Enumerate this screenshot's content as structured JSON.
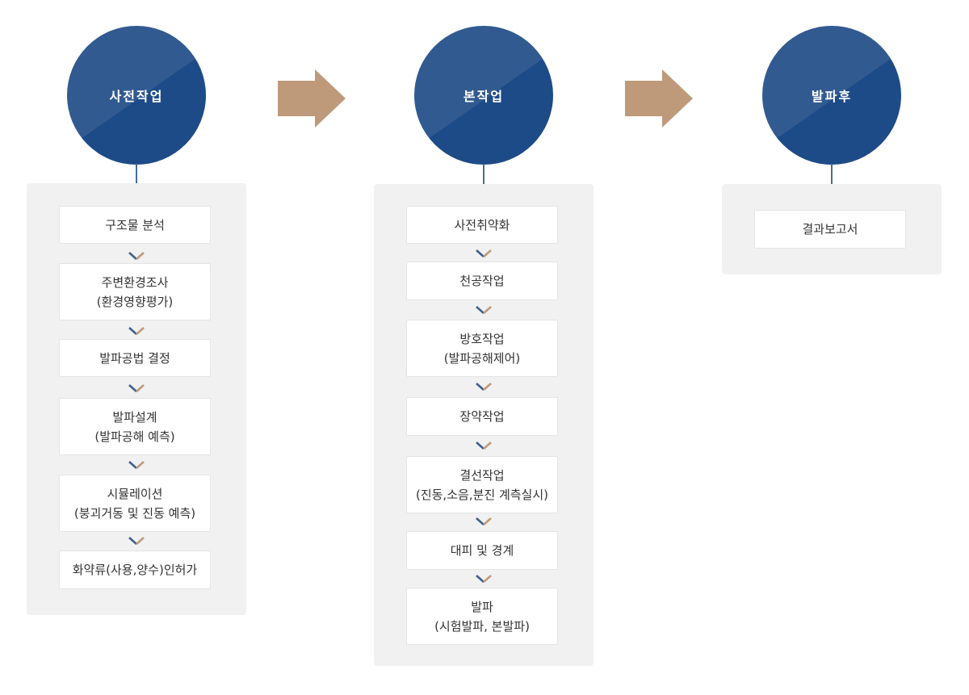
{
  "stages": [
    {
      "title": "사전작업",
      "steps": [
        {
          "line1": "구조물 분석",
          "line2": ""
        },
        {
          "line1": "주변환경조사",
          "line2": "(환경영향평가)"
        },
        {
          "line1": "발파공법 결정",
          "line2": ""
        },
        {
          "line1": "발파설계",
          "line2": "(발파공해 예측)"
        },
        {
          "line1": "시뮬레이션",
          "line2": "(붕괴거동 및 진동 예측)"
        },
        {
          "line1": "화약류(사용,양수)인허가",
          "line2": ""
        }
      ]
    },
    {
      "title": "본작업",
      "steps": [
        {
          "line1": "사전취약화",
          "line2": ""
        },
        {
          "line1": "천공작업",
          "line2": ""
        },
        {
          "line1": "방호작업",
          "line2": "(발파공해제어)"
        },
        {
          "line1": "장약작업",
          "line2": ""
        },
        {
          "line1": "결선작업",
          "line2": "(진동,소음,분진 계측실시)"
        },
        {
          "line1": "대피 및 경계",
          "line2": ""
        },
        {
          "line1": "발파",
          "line2": "(시험발파, 본발파)"
        }
      ]
    },
    {
      "title": "발파후",
      "steps": [
        {
          "line1": "결과보고서",
          "line2": ""
        }
      ]
    }
  ],
  "colors": {
    "circle_light": "#315a90",
    "circle_dark": "#1d4b88",
    "arrow": "#bf9a7a",
    "panel": "#f1f1f1",
    "chevron_left": "#3f5f8f",
    "chevron_right": "#bf9a7a"
  },
  "icons": {
    "stage_arrow": "arrow-right-icon",
    "step_connector": "chevron-down-icon"
  }
}
